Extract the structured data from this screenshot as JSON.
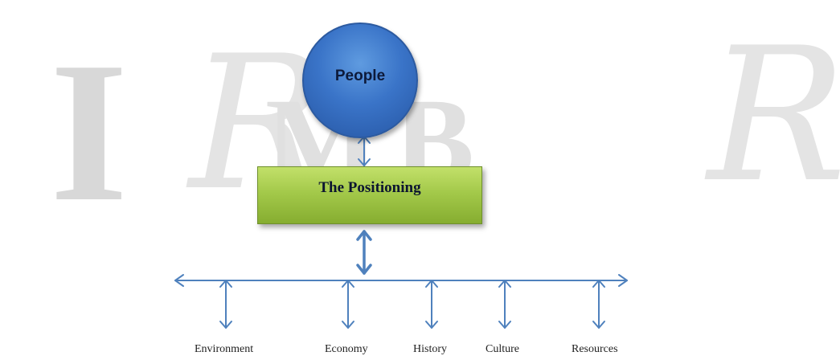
{
  "diagram": {
    "top_node": {
      "label": "People"
    },
    "middle_node": {
      "label": "The Positioning"
    },
    "factors": [
      {
        "label": "Environment"
      },
      {
        "label": "Economy"
      },
      {
        "label": "History"
      },
      {
        "label": "Culture"
      },
      {
        "label": "Resources"
      }
    ]
  },
  "watermark": {
    "letters": [
      "I",
      "R",
      "M",
      "B",
      "R"
    ]
  },
  "colors": {
    "circle_fill": "#3a74c8",
    "box_fill": "#a3c94a",
    "arrow": "#4f81bd"
  }
}
